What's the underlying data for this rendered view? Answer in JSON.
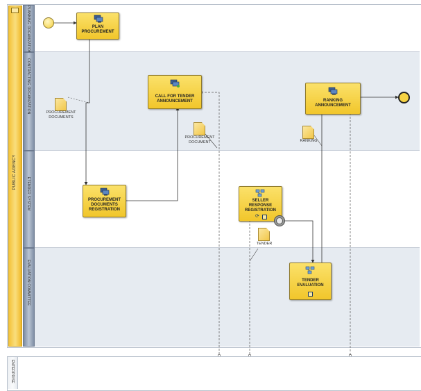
{
  "pool": {
    "label": "PUBLIC AGENCY"
  },
  "lanes": [
    {
      "label": "PLANNING ORGANIZATION"
    },
    {
      "label": "CONTRACTING ORGANIZATION"
    },
    {
      "label": "ETENDER SYSTEM"
    },
    {
      "label": "EVALUATION COMMITTEE"
    }
  ],
  "tasks": {
    "plan_procurement": "PLAN\nPROCUREMENT",
    "call_for_tender": "CALL FOR TENDER\nANNOUNCEMENT",
    "ranking_announcement": "RANKING\nANNOUNCEMENT",
    "procurement_docs_registration": "PROCUREMENT\nDOCUMENTS\nREGISTRATION",
    "seller_response_registration": "SELLER\nRESPONSE\nREGISTRATION",
    "tender_evaluation": "TENDER\nEVALUATION"
  },
  "documents": {
    "procurement_documents": "PROCUREMENT\nDOCUMENTS",
    "procurement_document": "PROCUREMENT\nDOCUMENT",
    "ranking": "RANKING",
    "tender": "TENDER"
  },
  "bottom_pool": {
    "label": "ENTERPRISE"
  },
  "colors": {
    "task_fill": "#f1c62b",
    "lane_shade": "#e6ebf1",
    "pool_header": "#f4c33a",
    "lane_header": "#8190a6"
  }
}
